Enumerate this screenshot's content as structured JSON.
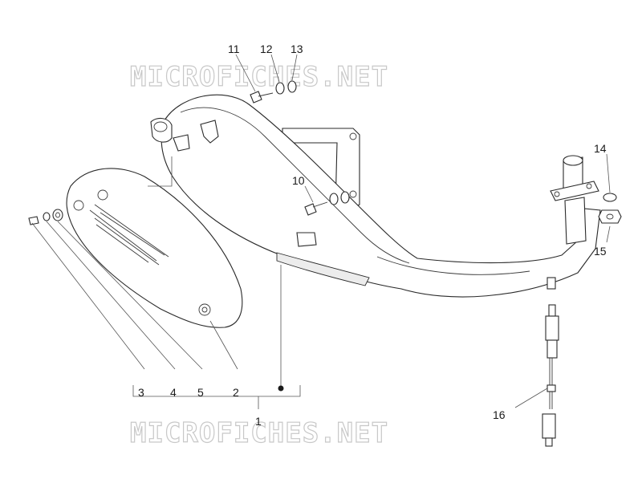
{
  "watermark": {
    "text": "MICROFICHES.NET"
  },
  "callouts": {
    "c1": "1",
    "c2": "2",
    "c3": "3",
    "c4": "4",
    "c5": "5",
    "c10": "10",
    "c11": "11",
    "c12": "12",
    "c13": "13",
    "c14": "14",
    "c15": "15",
    "c16": "16"
  },
  "colors": {
    "line": "#2a2a2a",
    "watermark": "#c8c8c8",
    "background": "#ffffff"
  }
}
